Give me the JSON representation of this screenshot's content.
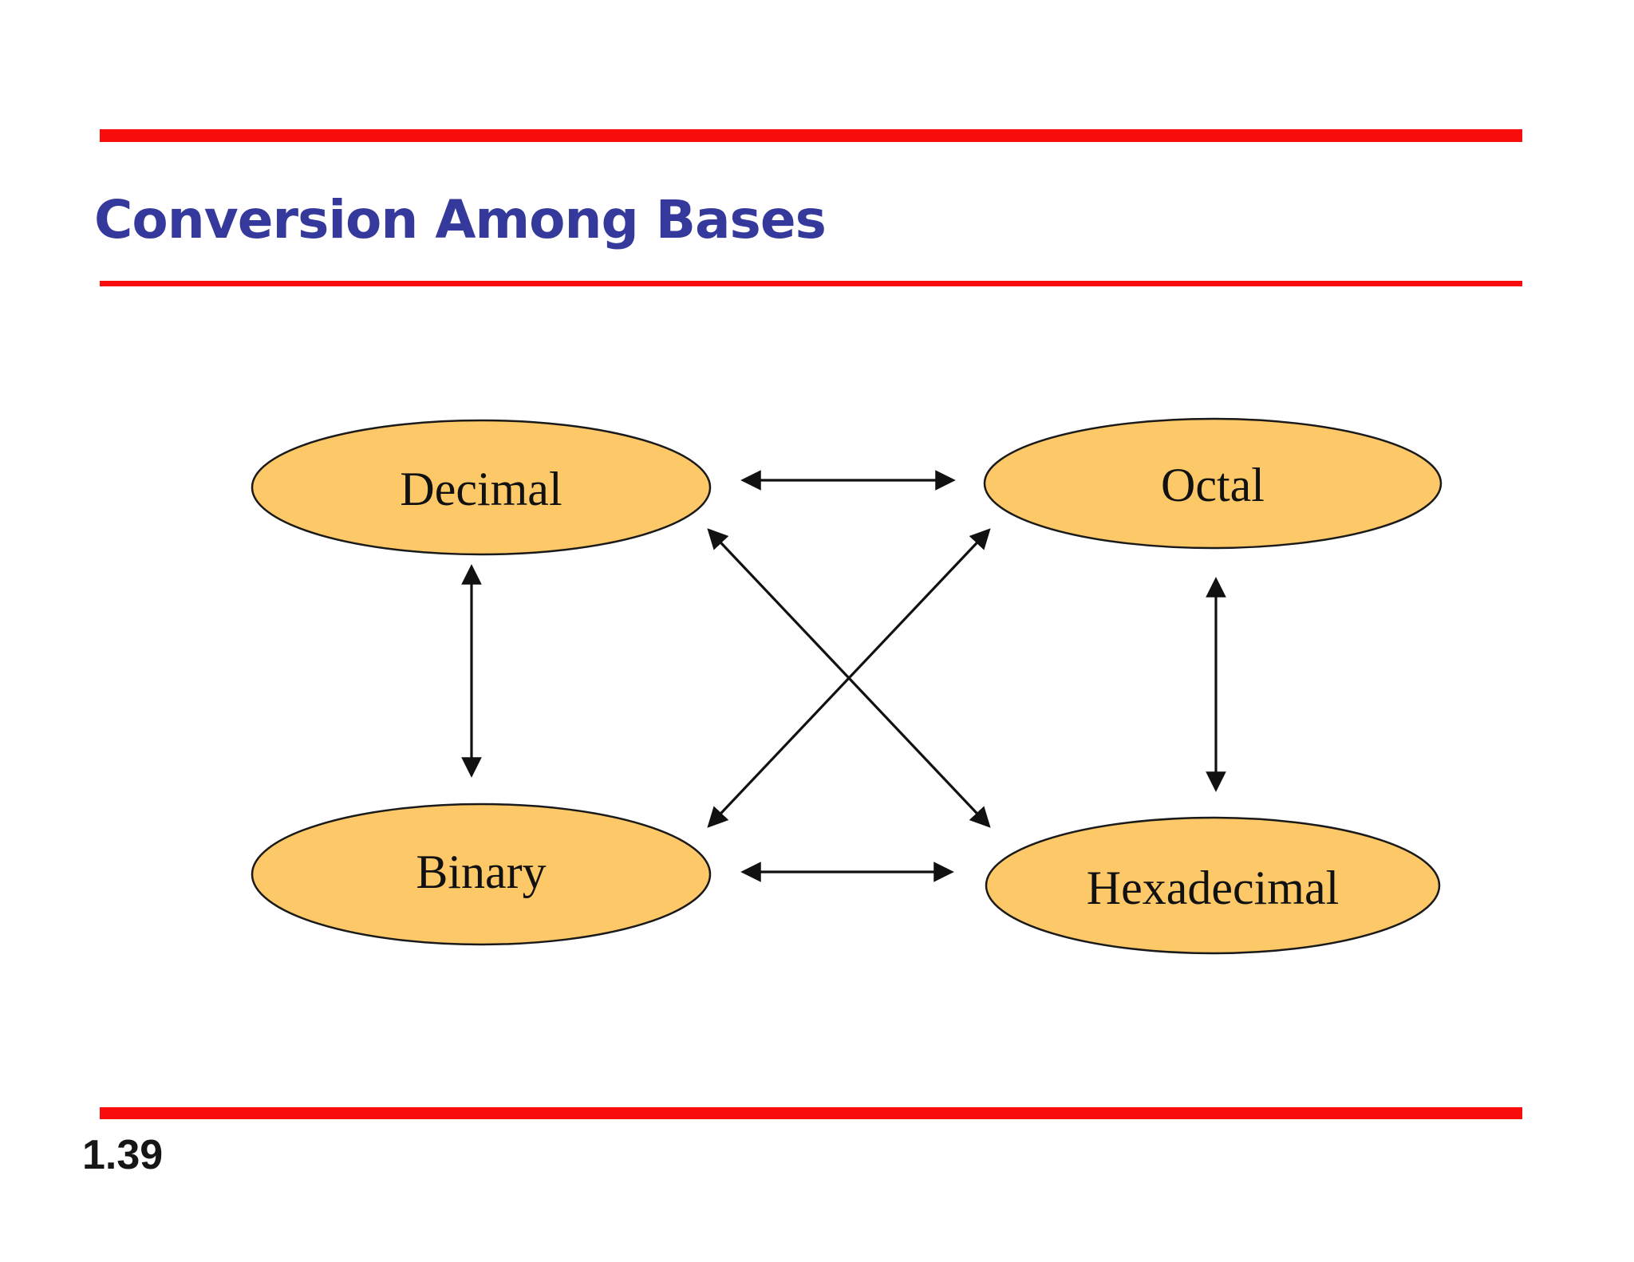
{
  "header": {
    "title": "Conversion Among Bases"
  },
  "footer": {
    "page_number": "1.39"
  },
  "colors": {
    "bg": "#ffffff",
    "accent_red": "#f80c0c",
    "title_blue": "#34399b",
    "node_fill": "#fcc868",
    "node_border": "#1a1a1a",
    "arrow_black": "#111111"
  },
  "diagram": {
    "nodes": [
      {
        "id": "decimal",
        "label": "Decimal"
      },
      {
        "id": "octal",
        "label": "Octal"
      },
      {
        "id": "binary",
        "label": "Binary"
      },
      {
        "id": "hexadecimal",
        "label": "Hexadecimal"
      }
    ],
    "edges": [
      {
        "from": "decimal",
        "to": "octal",
        "bidirectional": true
      },
      {
        "from": "binary",
        "to": "hexadecimal",
        "bidirectional": true
      },
      {
        "from": "decimal",
        "to": "binary",
        "bidirectional": true
      },
      {
        "from": "octal",
        "to": "hexadecimal",
        "bidirectional": true
      },
      {
        "from": "decimal",
        "to": "hexadecimal",
        "bidirectional": true
      },
      {
        "from": "octal",
        "to": "binary",
        "bidirectional": true
      }
    ]
  }
}
